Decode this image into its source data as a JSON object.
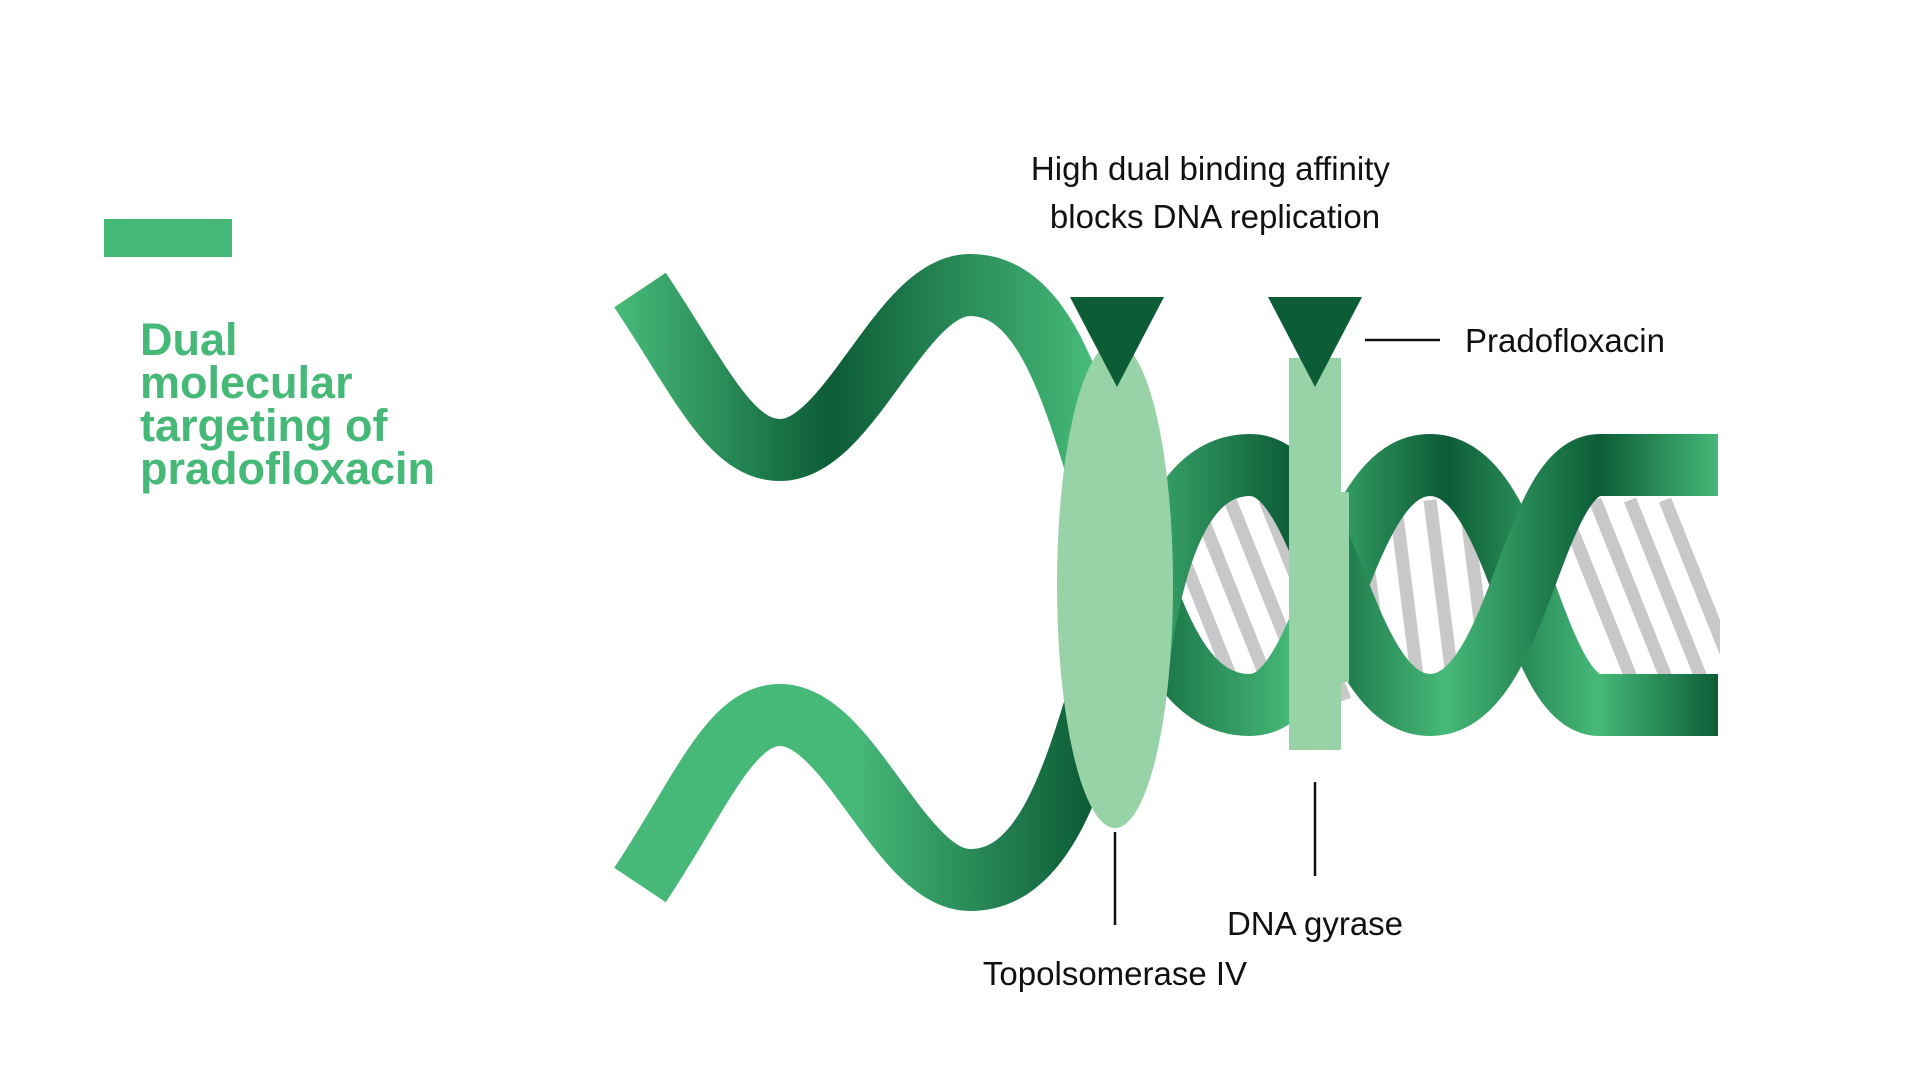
{
  "title": {
    "lines": [
      "Dual",
      "molecular",
      "targeting of",
      "pradofloxacin"
    ]
  },
  "annotations": {
    "top_caption": [
      "High dual binding affinity",
      "blocks DNA replication"
    ],
    "drug": "Pradofloxacin",
    "enzyme_gyrase": "DNA gyrase",
    "enzyme_topo": "Topolsomerase IV"
  },
  "colors": {
    "title_green": "#46b978",
    "strand_light": "#46b978",
    "strand_dark": "#0c5c36",
    "enzyme_fill": "#98d3a7",
    "drug_marker": "#0c5c36",
    "base_pairs": "#c8c8c8",
    "text": "#111111"
  }
}
